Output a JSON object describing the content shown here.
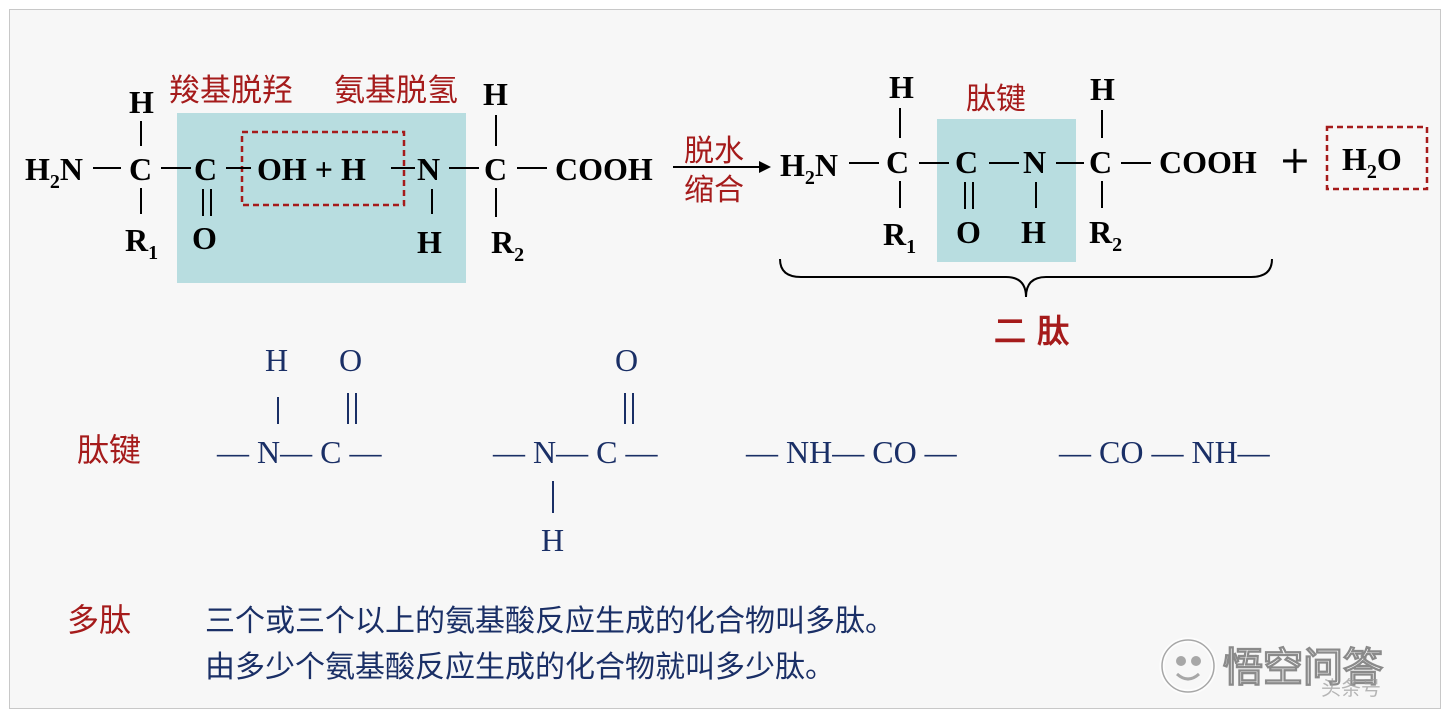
{
  "reaction": {
    "label_carboxyl": "羧基脱羟",
    "label_amino": "氨基脱氢",
    "left": {
      "h2n": "H2N",
      "c1": "C",
      "h_top1": "H",
      "r1": "R1",
      "c_carbonyl": "C",
      "o": "O",
      "oh_plus_h": "OH + H",
      "n": "N",
      "h_below_n": "H",
      "c2": "C",
      "h_top2": "H",
      "r2": "R2",
      "cooh": "COOH"
    },
    "arrow_top": "脱水",
    "arrow_bottom": "缩合",
    "right": {
      "h2n": "H2N",
      "c1": "C",
      "h_top1": "H",
      "r1": "R1",
      "peptide_bond_label": "肽键",
      "c_carbonyl": "C",
      "o": "O",
      "n": "N",
      "h_below_n": "H",
      "c2": "C",
      "h_top2": "H",
      "r2": "R2",
      "cooh": "COOH",
      "plus": "+",
      "water": "H2O"
    },
    "dipeptide_label": "二 肽"
  },
  "peptide_bond": {
    "label": "肽键",
    "forms": [
      {
        "top_h": "H",
        "top_o": "O",
        "main": "— N— C —"
      },
      {
        "top_o": "O",
        "main": "— N— C —",
        "bottom_h": "H"
      },
      {
        "main": "— NH— CO —"
      },
      {
        "main": "— CO — NH—"
      }
    ]
  },
  "polypeptide": {
    "label": "多肽",
    "line1": "三个或三个以上的氨基酸反应生成的化合物叫多肽。",
    "line2": "由多少个氨基酸反应生成的化合物就叫多少肽。"
  },
  "watermark": {
    "brand": "悟空问答",
    "user": "头条号"
  },
  "colors": {
    "highlight": "#b8dde0",
    "red": "#a51b1b",
    "navy": "#1a2f66",
    "background": "#f7f7f7"
  }
}
